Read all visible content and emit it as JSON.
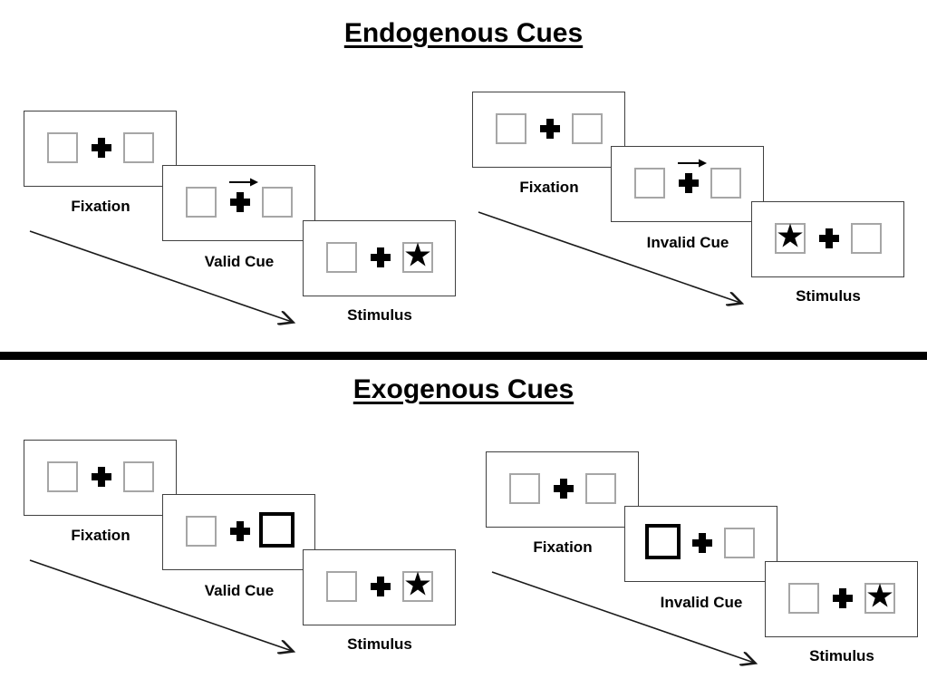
{
  "sections": [
    {
      "title": "Endogenous Cues",
      "cue_icon": "central-arrow",
      "sequences": [
        {
          "name": "valid",
          "panels": [
            {
              "label": "Fixation"
            },
            {
              "label": "Valid Cue",
              "cue": "arrow-right"
            },
            {
              "label": "Stimulus",
              "star_side": "right"
            }
          ]
        },
        {
          "name": "invalid",
          "panels": [
            {
              "label": "Fixation"
            },
            {
              "label": "Invalid Cue",
              "cue": "arrow-right"
            },
            {
              "label": "Stimulus",
              "star_side": "left"
            }
          ]
        }
      ]
    },
    {
      "title": "Exogenous Cues",
      "cue_icon": "peripheral-box-highlight",
      "sequences": [
        {
          "name": "valid",
          "panels": [
            {
              "label": "Fixation"
            },
            {
              "label": "Valid Cue",
              "cue": "box-right"
            },
            {
              "label": "Stimulus",
              "star_side": "right"
            }
          ]
        },
        {
          "name": "invalid",
          "panels": [
            {
              "label": "Fixation"
            },
            {
              "label": "Invalid Cue",
              "cue": "box-left"
            },
            {
              "label": "Stimulus",
              "star_side": "right"
            }
          ]
        }
      ]
    }
  ],
  "glyphs": {
    "star": "★",
    "fixation_cross": "heavy-plus"
  },
  "colors": {
    "ink": "#000000",
    "panel_border": "#404040",
    "placeholder_border": "#a6a6a6",
    "cue_border": "#000000",
    "background": "#ffffff"
  }
}
